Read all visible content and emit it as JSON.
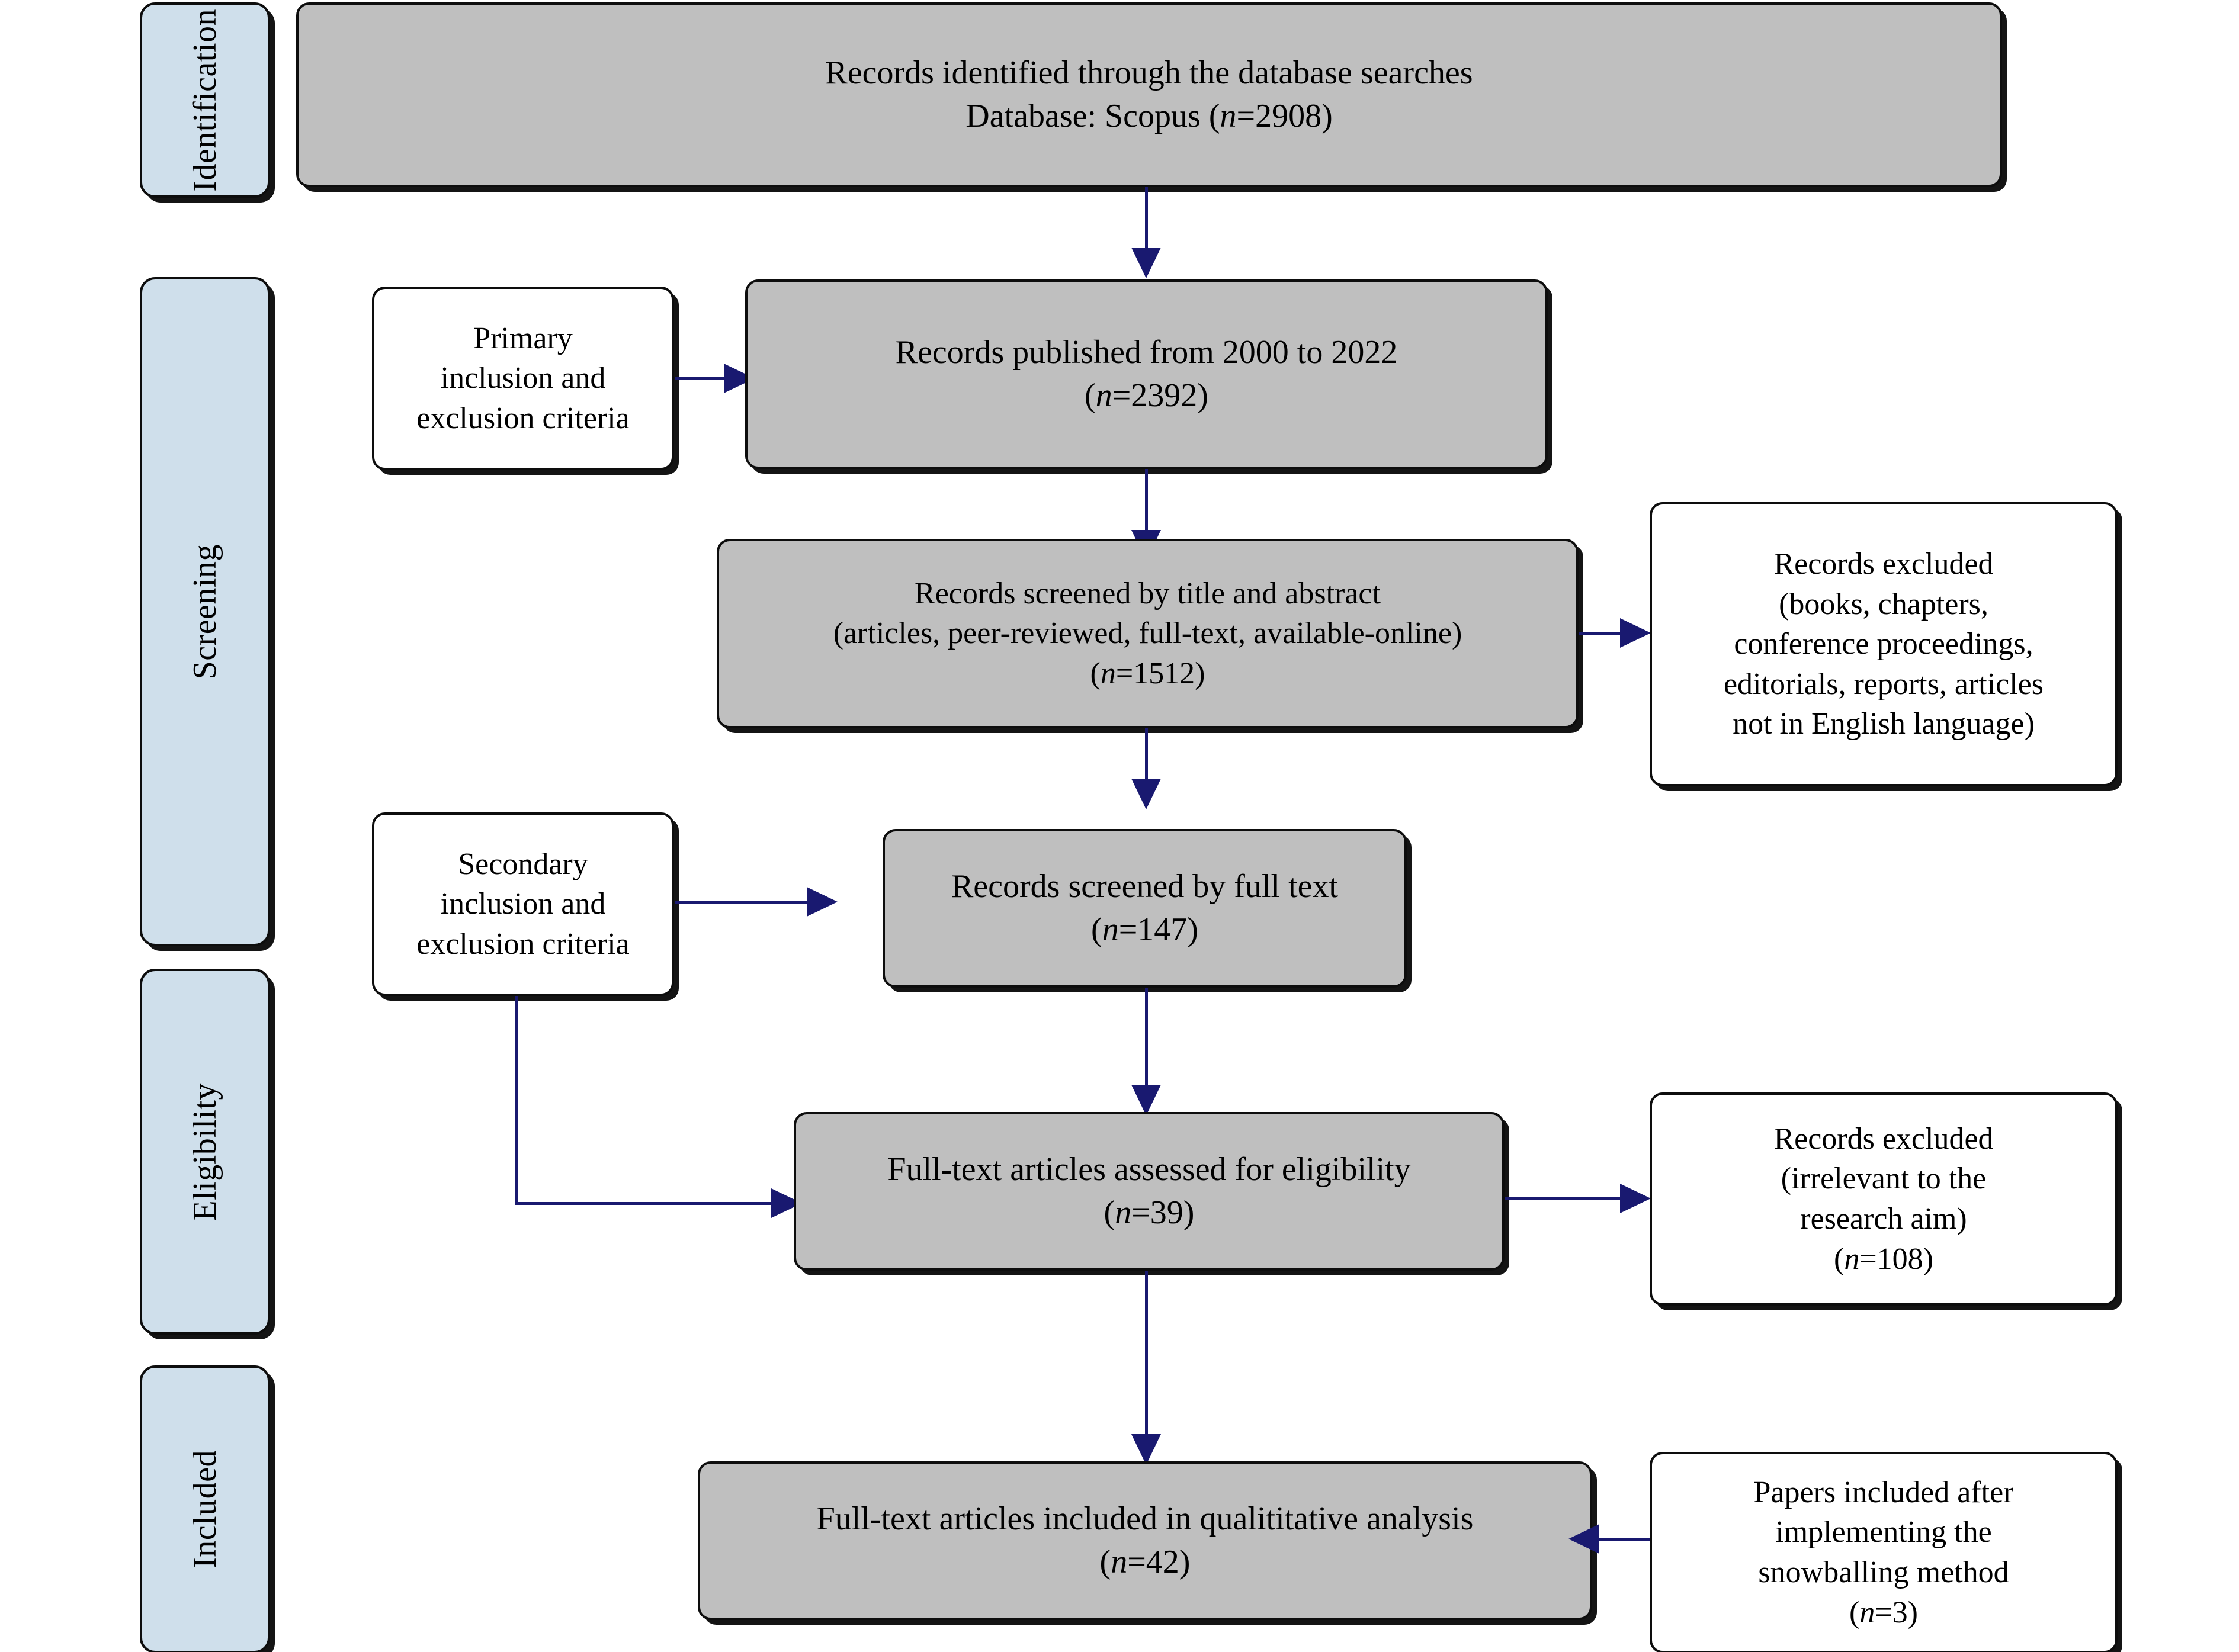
{
  "diagram": {
    "type": "prisma-flow-diagram",
    "accent_color": "#191970",
    "stage_panel_color": "#cfdfeb",
    "process_box_color": "#bfbfbf",
    "side_box_color": "#ffffff"
  },
  "stages": [
    {
      "id": "identification",
      "label": "Identification"
    },
    {
      "id": "screening",
      "label": "Screening"
    },
    {
      "id": "eligibility",
      "label": "Eligibility"
    },
    {
      "id": "included",
      "label": "Included"
    }
  ],
  "boxes": {
    "identified": {
      "line1": "Records identified through the database searches",
      "line2_prefix": "Database: Scopus (",
      "line2_n": "n",
      "line2_suffix": "=2908)"
    },
    "published": {
      "line1": "Records published from 2000 to 2022",
      "line2_prefix": "(",
      "line2_n": "n",
      "line2_suffix": "=2392)"
    },
    "primary_criteria": {
      "line1": "Primary",
      "line2": "inclusion and",
      "line3": "exclusion criteria"
    },
    "screened_title_abstract": {
      "line1": "Records screened by title and abstract",
      "line2": "(articles, peer-reviewed, full-text, available-online)",
      "line3_prefix": "(",
      "line3_n": "n",
      "line3_suffix": "=1512)"
    },
    "excluded_types": {
      "line1": "Records excluded",
      "line2": "(books, chapters,",
      "line3": "conference proceedings,",
      "line4": "editorials, reports, articles",
      "line5": "not in English language)"
    },
    "secondary_criteria": {
      "line1": "Secondary",
      "line2": "inclusion and",
      "line3": "exclusion criteria"
    },
    "screened_full_text": {
      "line1": "Records screened by full text",
      "line2_prefix": "(",
      "line2_n": "n",
      "line2_suffix": "=147)"
    },
    "assessed_eligibility": {
      "line1": "Full-text articles assessed for eligibility",
      "line2_prefix": "(",
      "line2_n": "n",
      "line2_suffix": "=39)"
    },
    "excluded_irrelevant": {
      "line1": "Records excluded",
      "line2": "(irrelevant to the",
      "line3": "research aim)",
      "line4_prefix": "(",
      "line4_n": "n",
      "line4_suffix": "=108)"
    },
    "included_qualitative": {
      "line1": "Full-text articles included in qualititative analysis",
      "line2_prefix": "(",
      "line2_n": "n",
      "line2_suffix": "=42)"
    },
    "snowballing": {
      "line1": "Papers included after",
      "line2": "implementing the",
      "line3": "snowballing method",
      "line4_prefix": "(",
      "line4_n": "n",
      "line4_suffix": "=3)"
    }
  },
  "counts": {
    "identified": 2908,
    "published_2000_2022": 2392,
    "screened_title_abstract": 1512,
    "screened_full_text": 147,
    "assessed_eligibility": 39,
    "excluded_irrelevant": 108,
    "included_qualitative": 42,
    "snowballing_added": 3
  }
}
